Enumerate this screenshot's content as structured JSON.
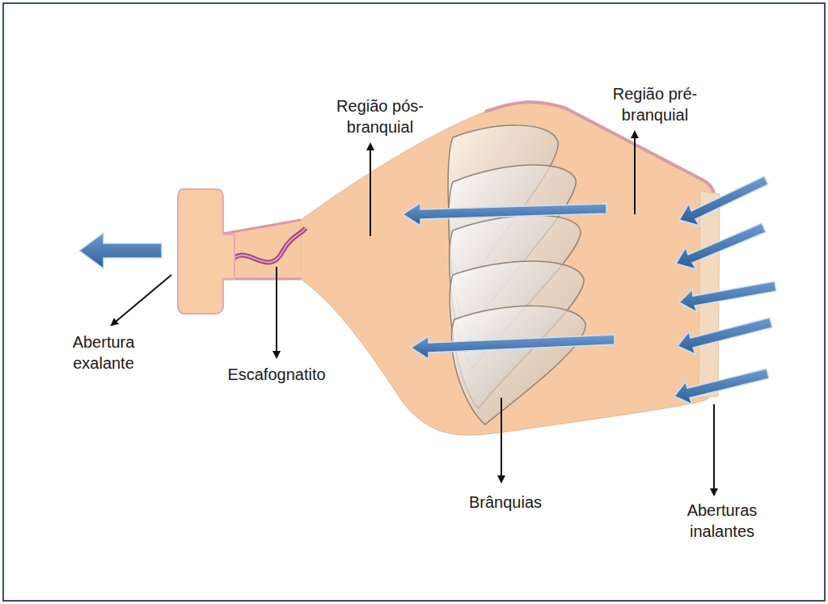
{
  "diagram": {
    "labels": [
      "Região pós-branquial",
      "Região pré-branquial",
      "Abertura exalante",
      "Escafognatito",
      "Brânquias",
      "Aberturas inalantes"
    ]
  }
}
